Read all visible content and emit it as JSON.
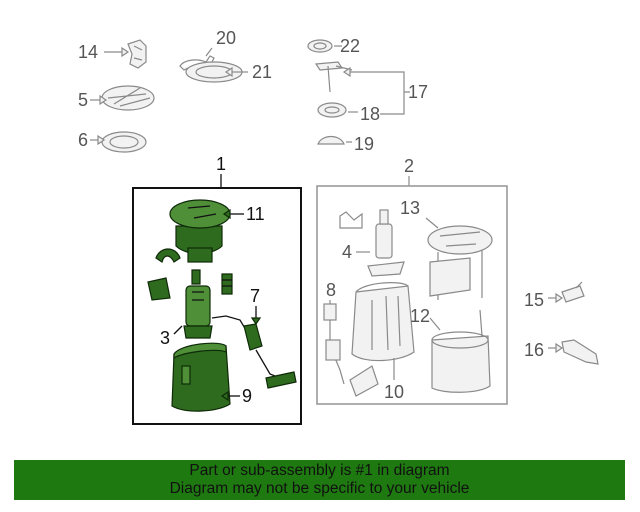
{
  "callouts": {
    "c1": "1",
    "c2": "2",
    "c3": "3",
    "c4": "4",
    "c5": "5",
    "c6": "6",
    "c7": "7",
    "c9": "9",
    "c8": "8",
    "c10": "10",
    "c11": "11",
    "c12": "12",
    "c13": "13",
    "c14": "14",
    "c15": "15",
    "c16": "16",
    "c17": "17",
    "c18": "18",
    "c19": "19",
    "c20": "20",
    "c21": "21",
    "c22": "22"
  },
  "footer": {
    "line1": "Part or sub-assembly is #1 in diagram",
    "line2": "Diagram may not be specific to your vehicle"
  },
  "colors": {
    "highlight_part": "#2e6b1f",
    "footer_band": "#1e7a10",
    "other_parts": "#8a8a8a"
  }
}
